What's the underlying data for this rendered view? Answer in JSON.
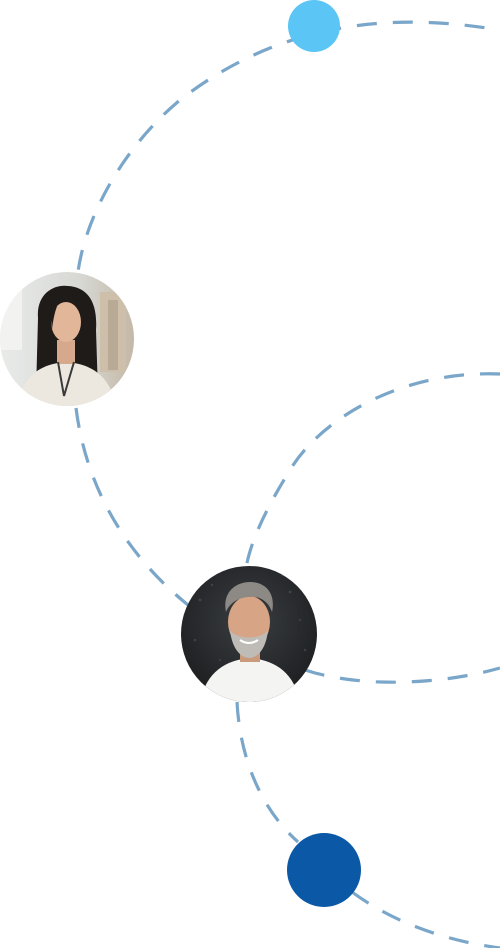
{
  "colors": {
    "background": "#ffffff",
    "dashed_path": "#7aa6c9",
    "dot_light_blue": "#5bc5f5",
    "dot_dark_blue": "#0a58a6",
    "photo_woman_bg": "#d9dad6",
    "photo_man_bg": "#2a2c2e"
  },
  "elements": {
    "top_dot": {
      "icon": "filled-circle"
    },
    "bottom_dot": {
      "icon": "filled-circle"
    },
    "avatar_woman": {
      "icon": "person-photo"
    },
    "avatar_man": {
      "icon": "person-photo"
    }
  }
}
